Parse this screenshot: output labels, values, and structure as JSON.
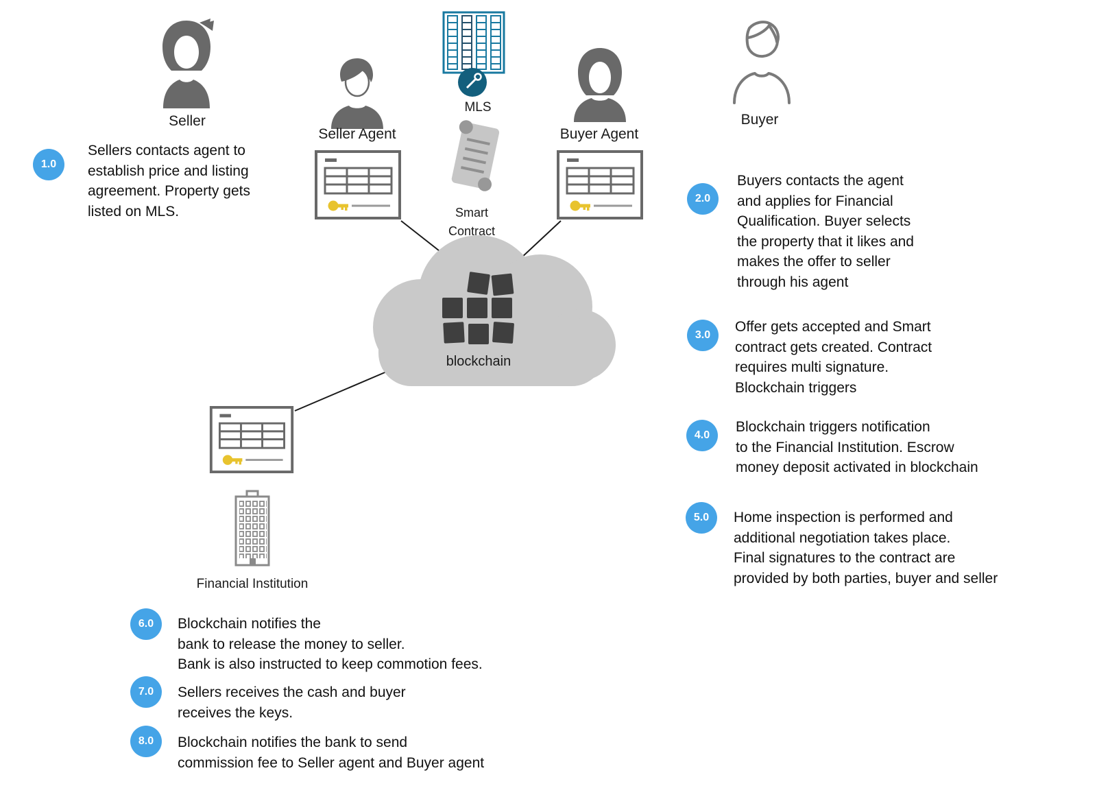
{
  "colors": {
    "badge_blue": "#45a4e7",
    "icon_gray": "#696969",
    "outline_gray": "#8a8a8a",
    "cloud_gray": "#c9c9c9",
    "tile_dark": "#3f3f3f",
    "key_yellow": "#e8c32e",
    "mls_teal": "#1879a0",
    "mls_dark_teal": "#135f7d",
    "text_black": "#1a1a1a"
  },
  "actors": {
    "seller": {
      "label": "Seller"
    },
    "seller_agent": {
      "label": "Seller Agent"
    },
    "mls": {
      "label": "MLS"
    },
    "buyer_agent": {
      "label": "Buyer Agent"
    },
    "buyer": {
      "label": "Buyer"
    },
    "smart_contract": {
      "label": "Smart\nContract"
    },
    "blockchain": {
      "label": "blockchain"
    },
    "financial_institution": {
      "label": "Financial Institution"
    }
  },
  "steps": [
    {
      "id": "1.0",
      "text": "Sellers contacts agent to\nestablish price and listing\nagreement. Property gets\nlisted on MLS."
    },
    {
      "id": "2.0",
      "text": "Buyers contacts the agent\nand applies for Financial\nQualification. Buyer selects\nthe property that it likes and\nmakes the offer to seller\nthrough his agent"
    },
    {
      "id": "3.0",
      "text": "Offer gets accepted and Smart\ncontract gets created. Contract\nrequires multi signature.\nBlockchain triggers"
    },
    {
      "id": "4.0",
      "text": "Blockchain triggers notification\nto the Financial Institution. Escrow\nmoney deposit activated in blockchain"
    },
    {
      "id": "5.0",
      "text": "Home inspection is performed and\nadditional negotiation takes place.\nFinal signatures to the contract are\nprovided by both parties, buyer and seller"
    },
    {
      "id": "6.0",
      "text": "Blockchain notifies the\nbank to release the money to seller.\nBank is also instructed to keep commotion fees."
    },
    {
      "id": "7.0",
      "text": "Sellers receives the cash and buyer\nreceives the keys."
    },
    {
      "id": "8.0",
      "text": "Blockchain notifies the bank to send\ncommission fee to Seller agent and Buyer agent"
    }
  ]
}
